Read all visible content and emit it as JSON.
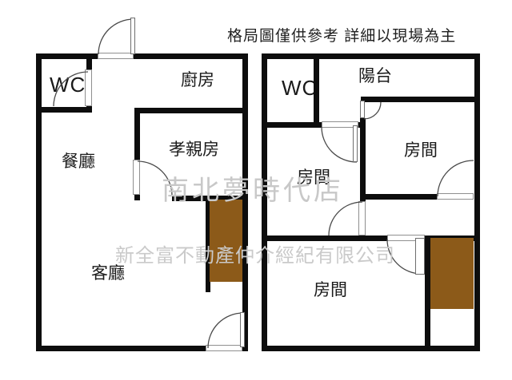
{
  "header": {
    "disclaimer": "格局圖僅供參考 詳細以現場為主"
  },
  "watermarks": {
    "store": "南北夢時代店",
    "company": "新全富不動產仲介經紀有限公司"
  },
  "left_unit": {
    "rooms": {
      "wc": "WC",
      "kitchen": "廚房",
      "dining": "餐廳",
      "parents_room": "孝親房",
      "living": "客廳"
    }
  },
  "right_unit": {
    "rooms": {
      "wc": "WC",
      "balcony": "陽台",
      "room_top_right": "房間",
      "room_middle": "房間",
      "room_bottom": "房間"
    }
  },
  "colors": {
    "background": "#ffffff",
    "wall": "#0d0d0d",
    "closet_brown": "#8c5a19",
    "watermark_gray": "#c8c8c8",
    "text": "#1a1a1a"
  }
}
